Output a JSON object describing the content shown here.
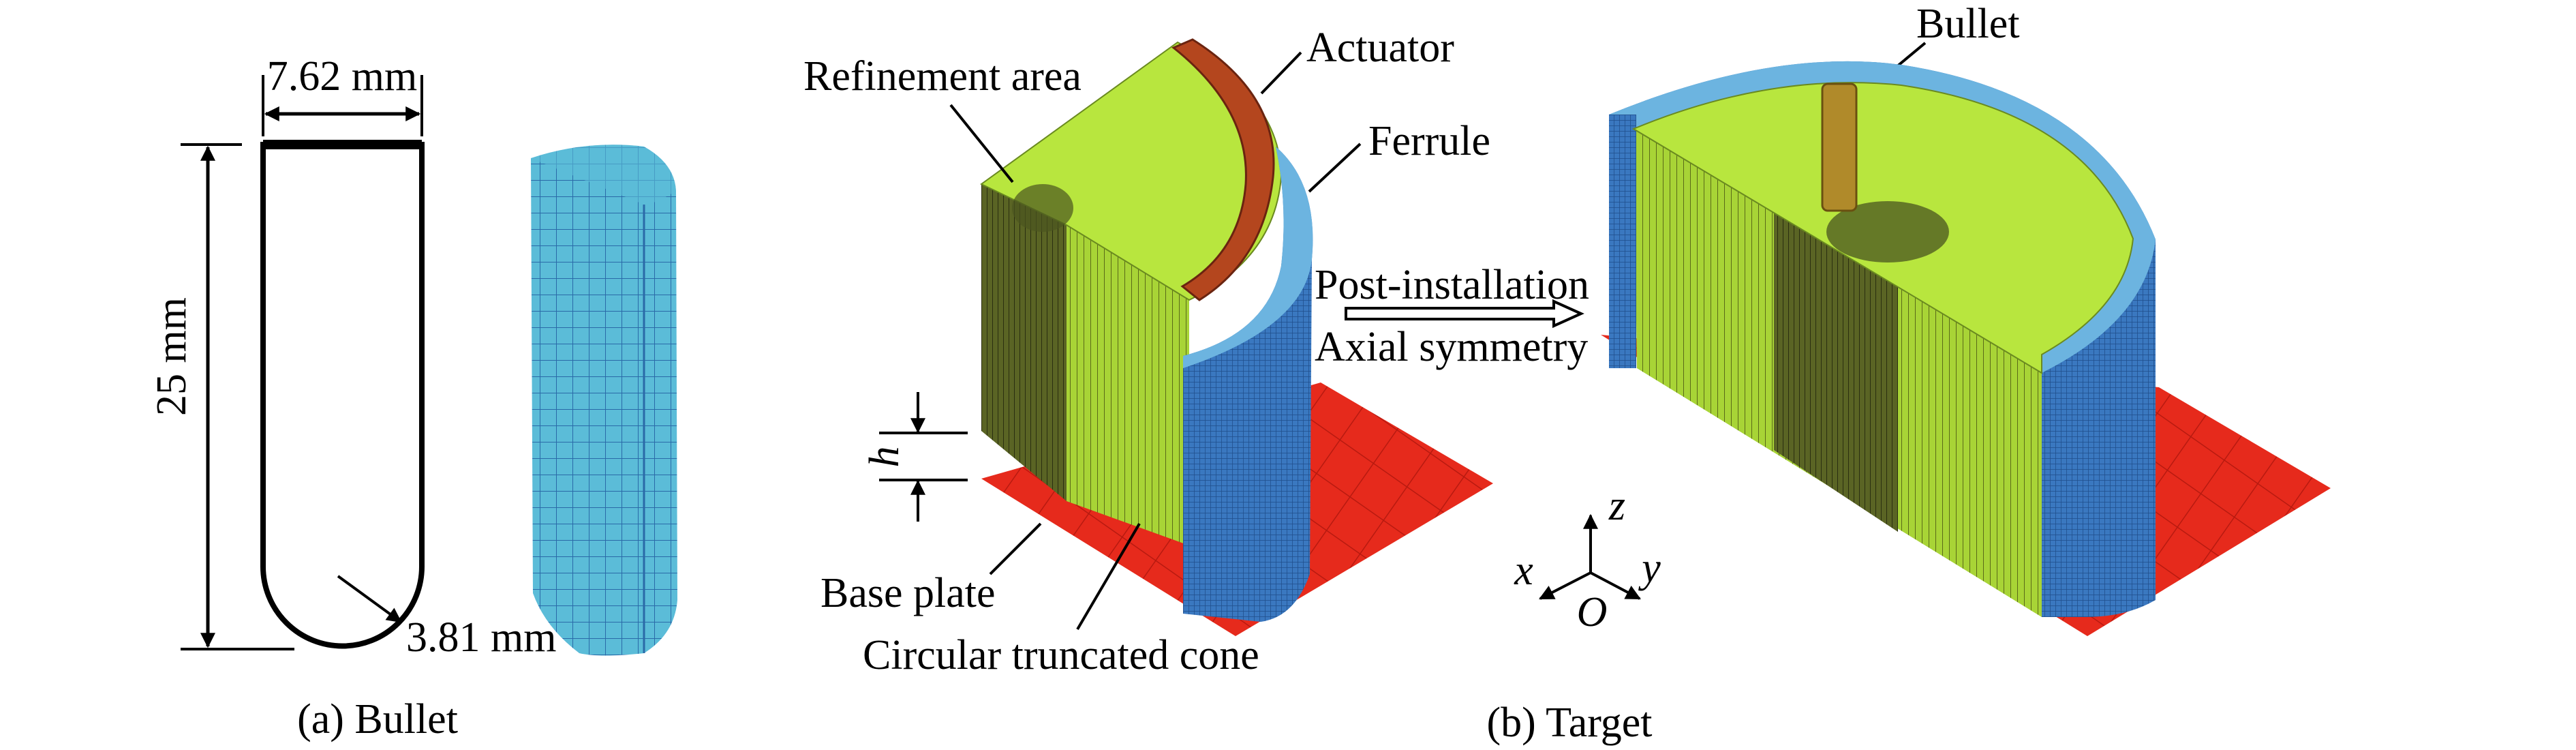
{
  "panel_a": {
    "width_dim": "7.62 mm",
    "length_dim": "25 mm",
    "radius_dim": "3.81 mm",
    "caption": "(a) Bullet"
  },
  "panel_b": {
    "refinement_area": "Refinement area",
    "actuator": "Actuator",
    "ferrule": "Ferrule",
    "base_plate": "Base plate",
    "cone": "Circular truncated cone",
    "height_symbol": "h",
    "arrow_top": "Post-installation",
    "arrow_bottom": "Axial symmetry",
    "bullet": "Bullet",
    "axis_z": "z",
    "axis_x": "x",
    "axis_y": "y",
    "axis_origin": "O",
    "caption": "(b) Target"
  },
  "colors": {
    "bullet_mesh": "#5bbcd8",
    "target_green": "#b4e03c",
    "target_dark": "#4a5420",
    "ferrule_blue": "#3a78c0",
    "actuator_orange": "#b4461e",
    "base_red": "#e62a1c",
    "bullet_rod": "#b08a2a"
  }
}
